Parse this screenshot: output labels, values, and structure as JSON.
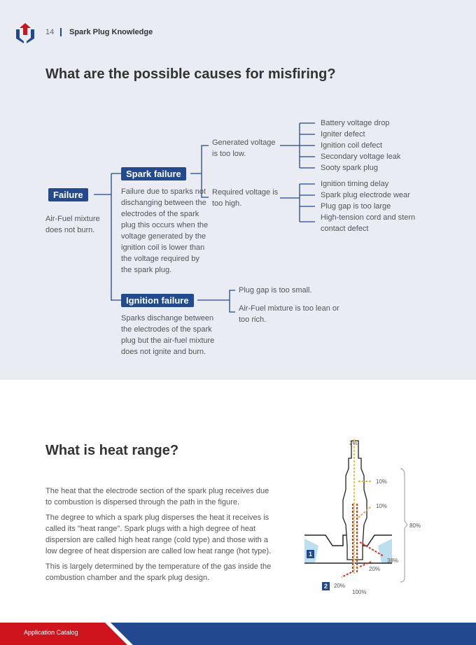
{
  "header": {
    "page_number": "14",
    "section": "Spark Plug Knowledge"
  },
  "misfire": {
    "title": "What are the possible causes for misfiring?",
    "failure": {
      "label": "Failure",
      "desc": "Air-Fuel mixture does not burn."
    },
    "spark_failure": {
      "label": "Spark failure",
      "desc": "Failure due to sparks not dischanging between the electrodes of the spark plug this occurs when the voltage generated by the ignition coil is lower than the voltage required by the spark plug.",
      "causes": [
        {
          "label": "Generated voltage is too low.",
          "items": [
            "Battery voltage drop",
            "Igniter defect",
            "Ignition coil defect",
            "Secondary voltage leak",
            "Sooty spark plug"
          ]
        },
        {
          "label": "Required voltage is too high.",
          "items": [
            "Ignition timing delay",
            "Spark plug electrode wear",
            "Plug gap is too large",
            "High-tension cord and stern contact defect"
          ]
        }
      ]
    },
    "ignition_failure": {
      "label": "Ignition failure",
      "desc": "Sparks dischange between the electrodes of the spark plug but the air-fuel mixture does not ignite and burn.",
      "causes": [
        "Plug gap is too small.",
        "Air-Fuel mixture is too lean or too rich."
      ]
    }
  },
  "heat": {
    "title": "What is heat range?",
    "paragraphs": [
      "The heat that the electrode section of  the spark plug receives due to combustion is dispersed through the path in the figure.",
      "The degree to which a spark plug disperses the heat it receives is called its \"heat range\". Spark plugs with a high degree of heat dispersion are called high heat range (cold type) and those with a low degree of heat dispersion are called low heat range (hot type).",
      "This is largely determined by the  temperature of the gas inside the combustion chamber and the spark plug design."
    ],
    "figure": {
      "top": "2%",
      "upper": "10%",
      "middle": "10%",
      "total": "80%",
      "head": "38%",
      "thread": "20%",
      "chamber": "20%",
      "input": "100%",
      "marker1": "1",
      "marker2": "2"
    }
  },
  "footer": {
    "label": "Application Catalog"
  },
  "colors": {
    "brand_blue": "#22488f",
    "brand_red": "#d0141d"
  }
}
